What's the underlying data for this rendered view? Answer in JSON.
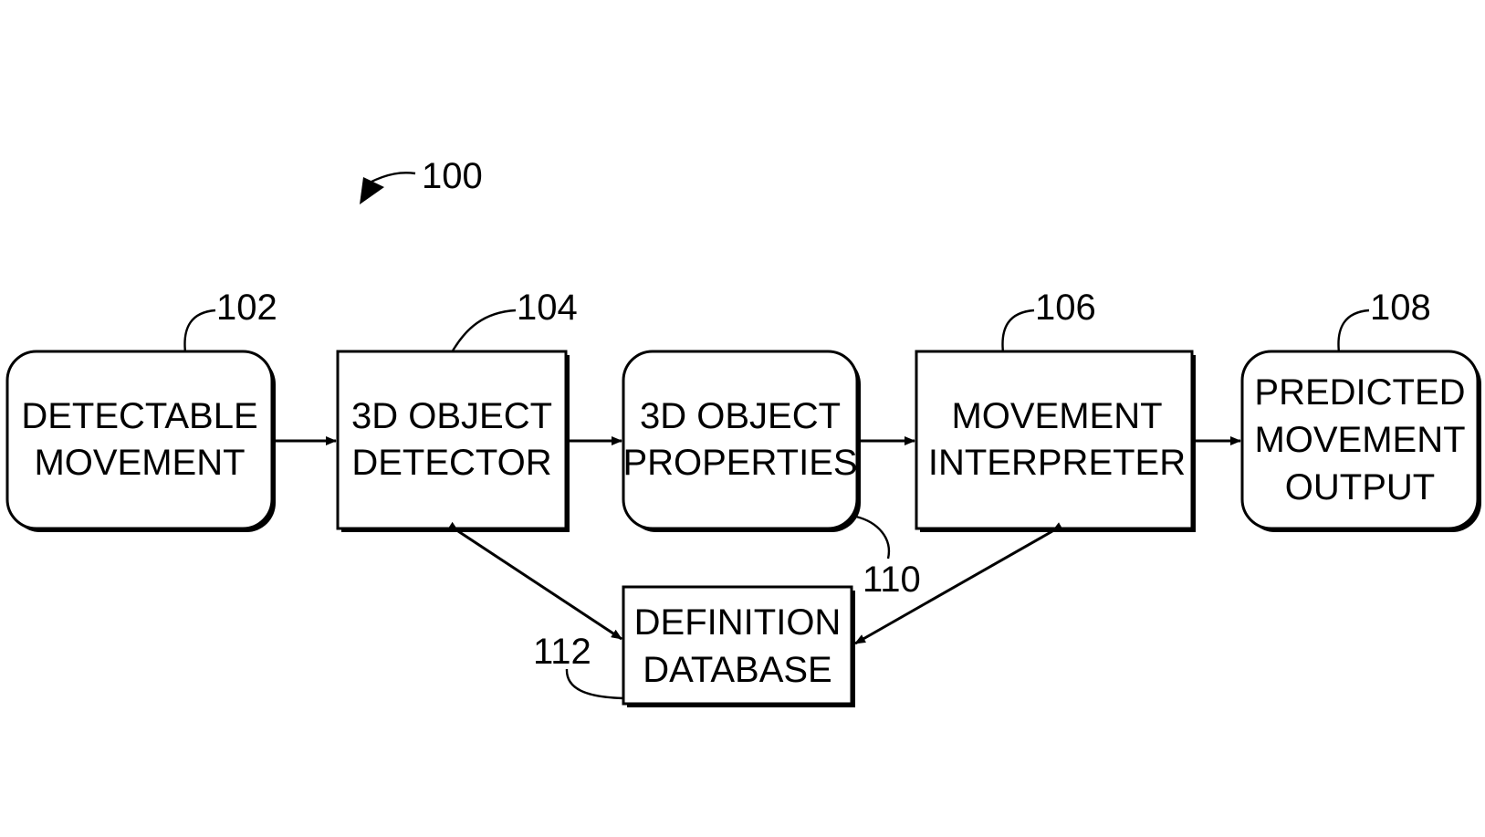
{
  "figure_ref": "100",
  "boxes": {
    "detectable_movement": {
      "ref": "102",
      "lines": [
        "DETECTABLE",
        "MOVEMENT"
      ],
      "shape": "rounded"
    },
    "object_detector": {
      "ref": "104",
      "lines": [
        "3D OBJECT",
        "DETECTOR"
      ],
      "shape": "rectangle"
    },
    "object_properties": {
      "ref": "110",
      "lines": [
        "3D OBJECT",
        "PROPERTIES"
      ],
      "shape": "rounded"
    },
    "movement_interpreter": {
      "ref": "106",
      "lines": [
        "MOVEMENT",
        "INTERPRETER"
      ],
      "shape": "rectangle"
    },
    "predicted_output": {
      "ref": "108",
      "lines": [
        "PREDICTED",
        "MOVEMENT",
        "OUTPUT"
      ],
      "shape": "rounded"
    },
    "definition_database": {
      "ref": "112",
      "lines": [
        "DEFINITION",
        "DATABASE"
      ],
      "shape": "rectangle"
    }
  },
  "connections": [
    {
      "from": "DETECTABLE MOVEMENT",
      "to": "3D OBJECT DETECTOR",
      "direction": "one-way"
    },
    {
      "from": "3D OBJECT DETECTOR",
      "to": "3D OBJECT PROPERTIES",
      "direction": "one-way"
    },
    {
      "from": "3D OBJECT PROPERTIES",
      "to": "MOVEMENT INTERPRETER",
      "direction": "one-way"
    },
    {
      "from": "MOVEMENT INTERPRETER",
      "to": "PREDICTED MOVEMENT OUTPUT",
      "direction": "one-way"
    },
    {
      "from": "3D OBJECT DETECTOR",
      "to": "DEFINITION DATABASE",
      "direction": "two-way"
    },
    {
      "from": "MOVEMENT INTERPRETER",
      "to": "DEFINITION DATABASE",
      "direction": "two-way"
    }
  ]
}
